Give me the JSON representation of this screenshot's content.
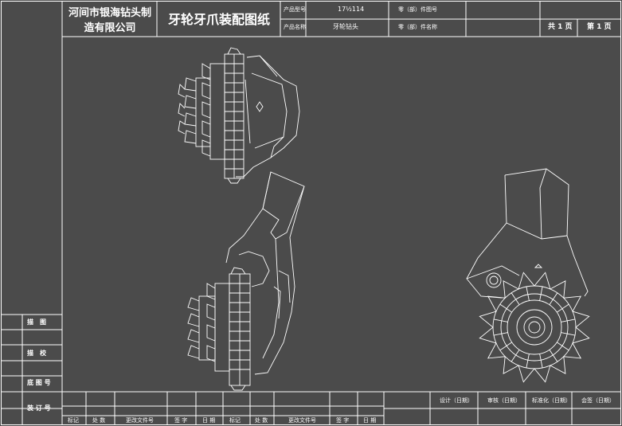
{
  "title_block": {
    "company": "河间市银海钻头制造有限公司",
    "drawing_title": "牙轮牙爪装配图纸",
    "model_label": "产品型号",
    "model_value": "17½114",
    "name_label": "产品名称",
    "name_value": "牙轮钻头",
    "part_no_label": "零（部）件图号",
    "part_name_label": "零（部）件名称",
    "total_pages": "共 1 页",
    "page": "第 1 页"
  },
  "side_panel": {
    "drawn": "描　图",
    "checked": "描　校",
    "old_drawing_no": "底 图 号",
    "binding_no": "装 订 号"
  },
  "revision_block": {
    "headers": [
      "标记",
      "处 数",
      "更改文件号",
      "签 字",
      "日 期",
      "标记",
      "处 数",
      "更改文件号",
      "签 字",
      "日 期"
    ],
    "approvals": [
      "设计（日期）",
      "审核（日期）",
      "标准化（日期）",
      "会签（日期）"
    ]
  },
  "colors": {
    "background": "#4b4b4b",
    "lines": "#ffffff"
  }
}
